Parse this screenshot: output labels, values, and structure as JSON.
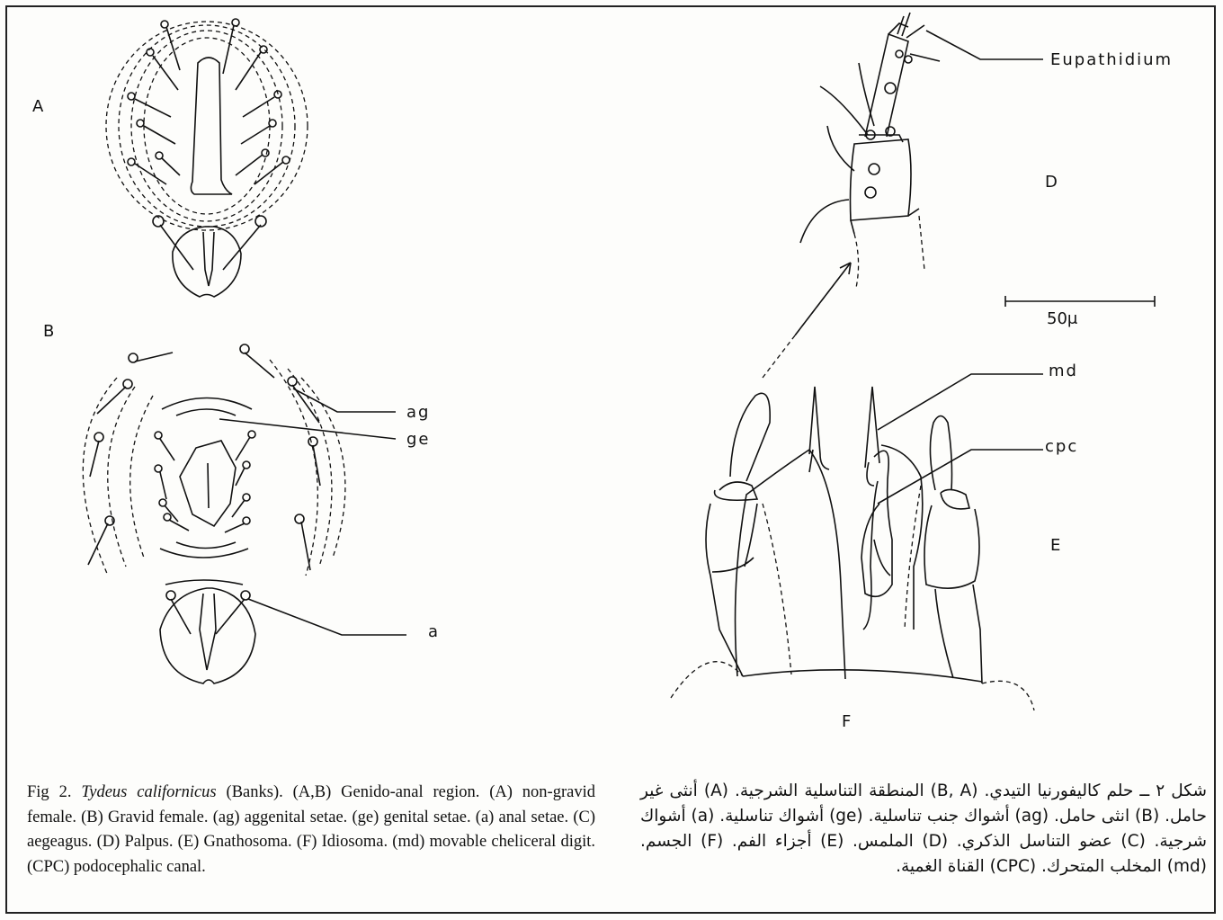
{
  "figure": {
    "panel_labels": {
      "A": "A",
      "B": "B",
      "D": "D",
      "E": "E",
      "F": "F"
    },
    "annotations": {
      "ag": "ag",
      "ge": "ge",
      "a": "a",
      "eupathidium": "Eupathidium",
      "md": "md",
      "cpc": "cpc"
    },
    "scale_bar": {
      "label": "50μ",
      "value": 50,
      "unit": "μ"
    }
  },
  "caption_en": {
    "lead": "Fig 2. ",
    "species": "Tydeus californicus",
    "body": " (Banks). (A,B) Genido-anal region. (A) non-gravid female. (B) Gravid female. (ag) aggenital setae. (ge) genital setae. (a) anal setae. (C) aegeagus. (D) Palpus. (E) Gnathosoma. (F) Idiosoma. (md) movable cheliceral digit. (CPC) podocephalic canal."
  },
  "caption_ar": {
    "text": "شكل ٢ ــ حلم كاليفورنيا التيدي. (B, A) المنطقة التناسلية الشرجية. (A) أنثى غير حامل. (B) انثى حامل. (ag) أشواك جنب تناسلية. (ge) أشواك تناسلية. (a) أشواك شرجية. (C) عضو التناسل الذكري. (D) الملمس. (E) أجزاء الفم. (F) الجسم. (md) المخلب المتحرك. (CPC) القناة الغمية."
  }
}
